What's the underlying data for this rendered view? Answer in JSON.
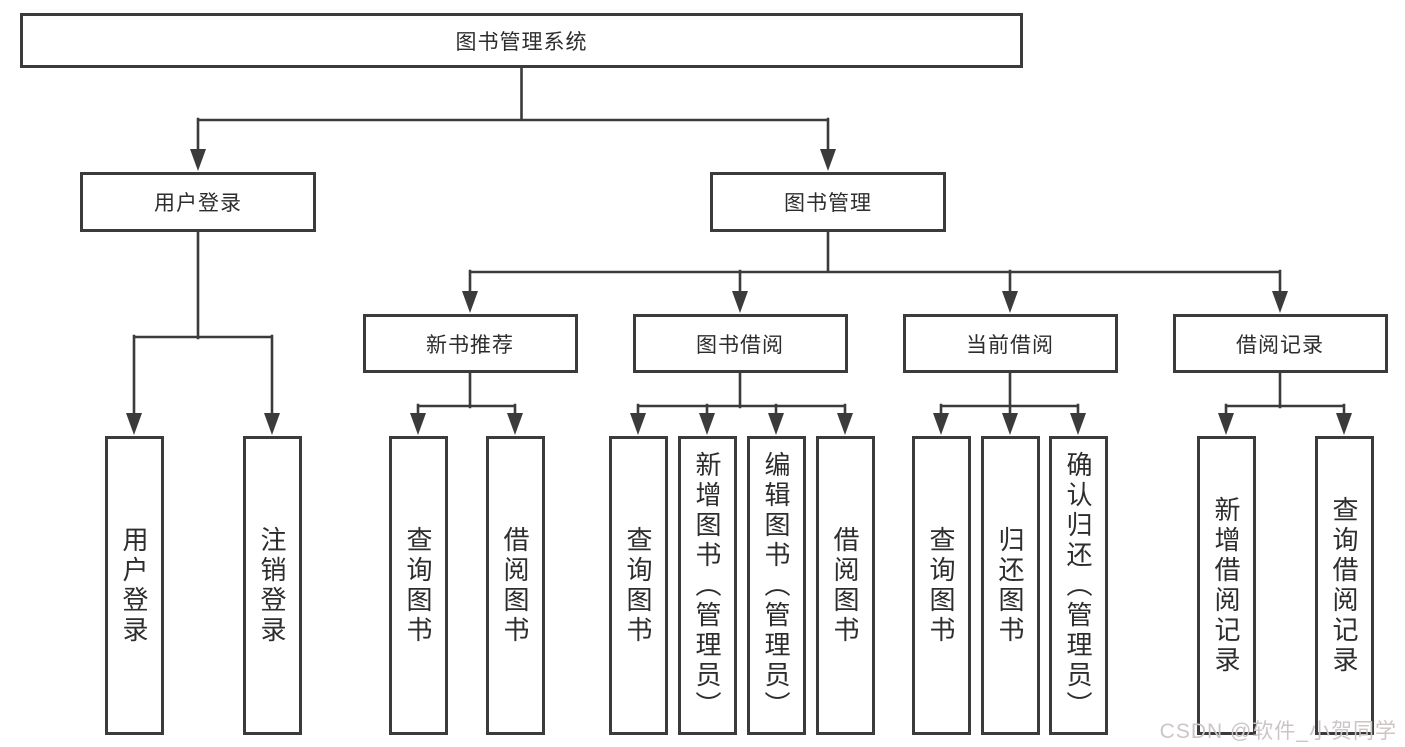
{
  "diagram": {
    "root": {
      "label": "图书管理系统"
    },
    "branches": [
      {
        "label": "用户登录",
        "children": [
          {
            "label": "用户登录"
          },
          {
            "label": "注销登录"
          }
        ]
      },
      {
        "label": "图书管理",
        "children": [
          {
            "label": "新书推荐",
            "children": [
              {
                "label": "查询图书"
              },
              {
                "label": "借阅图书"
              }
            ]
          },
          {
            "label": "图书借阅",
            "children": [
              {
                "label": "查询图书"
              },
              {
                "label": "新增图书（管理员）"
              },
              {
                "label": "编辑图书（管理员）"
              },
              {
                "label": "借阅图书"
              }
            ]
          },
          {
            "label": "当前借阅",
            "children": [
              {
                "label": "查询图书"
              },
              {
                "label": "归还图书"
              },
              {
                "label": "确认归还（管理员）"
              }
            ]
          },
          {
            "label": "借阅记录",
            "children": [
              {
                "label": "新增借阅记录"
              },
              {
                "label": "查询借阅记录"
              }
            ]
          }
        ]
      }
    ]
  },
  "watermark": {
    "text": "CSDN @软件_小贺同学"
  },
  "colors": {
    "line": "#3b3b3b",
    "text": "#2d2d2d",
    "watermark": "#cdc5c5",
    "background": "#ffffff"
  }
}
